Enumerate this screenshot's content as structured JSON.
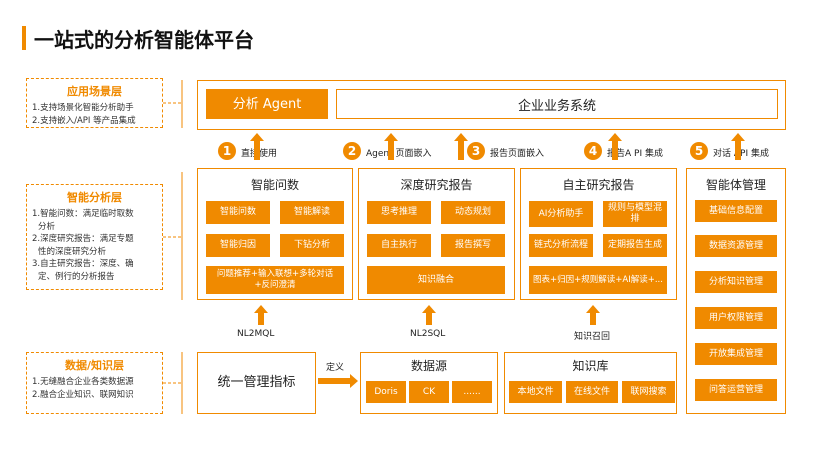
{
  "title": "一站式的分析智能体平台",
  "left": {
    "app": {
      "title": "应用场景层",
      "lines": [
        "1.支持场景化智能分析助手",
        "2.支持嵌入/API 等产品集成"
      ]
    },
    "intel": {
      "title": "智能分析层",
      "lines": [
        "1.智能问数：满足临时取数",
        "分析",
        "2.深度研究报告：满足专题",
        "性的深度研究分析",
        "3.自主研究报告：深度、确",
        "定、例行的分析报告"
      ]
    },
    "data": {
      "title": "数据/知识层",
      "lines": [
        "1.无缝融合企业各类数据源",
        "2.融合企业知识、联网知识"
      ]
    }
  },
  "top": {
    "agent": "分析 Agent",
    "system": "企业业务系统"
  },
  "steps": [
    {
      "num": "1",
      "label": "直接使用"
    },
    {
      "num": "2",
      "label": "Agent 页面嵌入"
    },
    {
      "num": "3",
      "label": "报告页面嵌入"
    },
    {
      "num": "4",
      "label": "报告A PI 集成"
    },
    {
      "num": "5",
      "label": "对话 API 集成"
    }
  ],
  "col1": {
    "title": "智能问数",
    "b1": "智能问数",
    "b2": "智能解读",
    "b3": "智能归因",
    "b4": "下钻分析",
    "b5": "问题推荐+输入联想+多轮对话+反问澄清"
  },
  "col2": {
    "title": "深度研究报告",
    "b1": "思考推理",
    "b2": "动态规划",
    "b3": "自主执行",
    "b4": "报告撰写",
    "b5": "知识融合"
  },
  "col3": {
    "title": "自主研究报告",
    "b1": "AI分析助手",
    "b2": "规则与模型混排",
    "b3": "链式分析流程",
    "b4": "定期报告生成",
    "b5": "图表+归因+规则解读+AI解读+..."
  },
  "col4": {
    "title": "智能体管理",
    "items": [
      "基础信息配置",
      "数据资源管理",
      "分析知识管理",
      "用户权限管理",
      "开放集成管理",
      "问答运营管理"
    ]
  },
  "links": {
    "nl2mql": "NL2MQL",
    "nl2sql": "NL2SQL",
    "recall": "知识召回",
    "define": "定义"
  },
  "bottom": {
    "metric": "统一管理指标",
    "datasource": {
      "title": "数据源",
      "items": [
        "Doris",
        "CK",
        "......"
      ]
    },
    "knowledge": {
      "title": "知识库",
      "items": [
        "本地文件",
        "在线文件",
        "联网搜索"
      ]
    }
  },
  "colors": {
    "accent": "#f08a00"
  }
}
